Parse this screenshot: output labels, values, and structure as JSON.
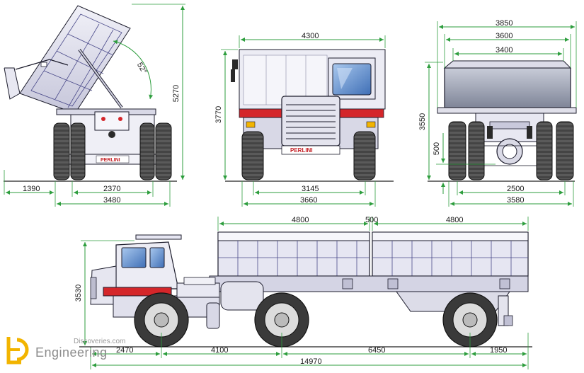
{
  "front_side_view": {
    "tipping_angle": "52°",
    "height": "5270",
    "rear_overhang": "1390",
    "track_rear": "2370",
    "width_rear": "3480",
    "brand": "PERLINI"
  },
  "front_view": {
    "body_width": "4300",
    "height": "3770",
    "track": "3145",
    "overall_width": "3660",
    "brand": "PERLINI"
  },
  "rear_view": {
    "width_top": "3850",
    "width_mid": "3600",
    "width_inner": "3400",
    "height": "3550",
    "clearance": "500",
    "track": "2500",
    "overall_width": "3580"
  },
  "side_view": {
    "body_length_1": "4800",
    "gap": "500",
    "body_length_2": "4800",
    "height": "3530",
    "front_overhang": "2470",
    "wheelbase_1": "4100",
    "wheelbase_2": "6450",
    "rear_overhang": "1950",
    "overall_length": "14970"
  },
  "watermark": {
    "line1": "Discoveries.com",
    "line2": "Engineering",
    "letter_mark": "ED"
  },
  "colors": {
    "dimension_line": "#2e9e3e",
    "body_light": "#e6e6f2",
    "body_mid": "#c9c9dc",
    "accent_red": "#d4262a",
    "tire": "#3a3a3a",
    "logo_orange": "#f2b400"
  }
}
